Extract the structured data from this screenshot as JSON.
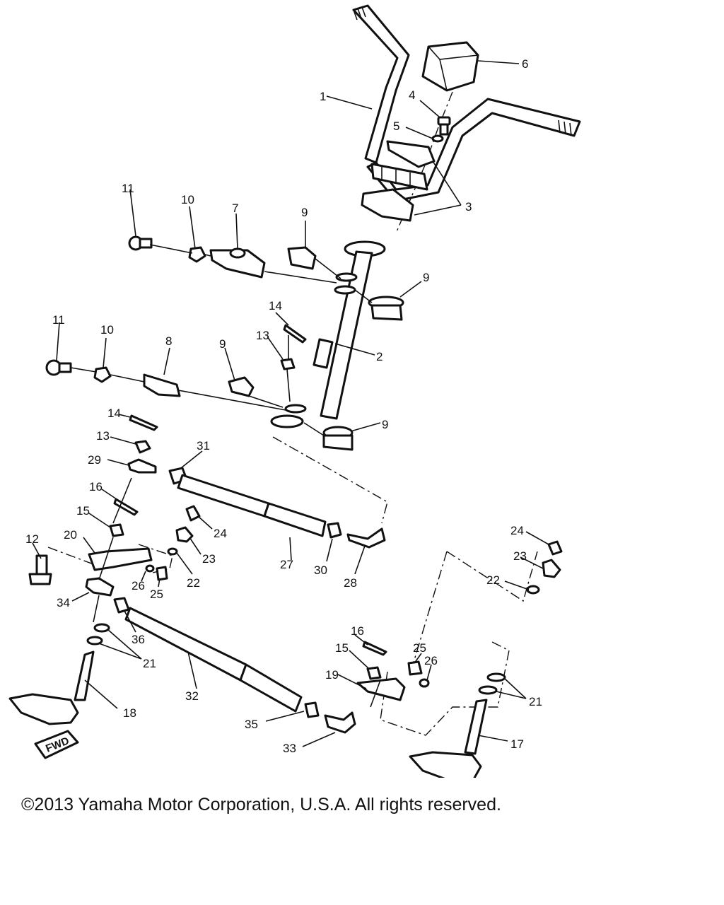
{
  "copyright": "©2013 Yamaha Motor Corporation, U.S.A. All rights reserved.",
  "fwd_label": "FWD",
  "callouts": [
    {
      "id": "c1",
      "text": "1"
    },
    {
      "id": "c2",
      "text": "2"
    },
    {
      "id": "c3",
      "text": "3"
    },
    {
      "id": "c4",
      "text": "4"
    },
    {
      "id": "c5",
      "text": "5"
    },
    {
      "id": "c6",
      "text": "6"
    },
    {
      "id": "c7",
      "text": "7"
    },
    {
      "id": "c8",
      "text": "8"
    },
    {
      "id": "c9a",
      "text": "9"
    },
    {
      "id": "c9b",
      "text": "9"
    },
    {
      "id": "c9c",
      "text": "9"
    },
    {
      "id": "c9d",
      "text": "9"
    },
    {
      "id": "c10a",
      "text": "10"
    },
    {
      "id": "c10b",
      "text": "10"
    },
    {
      "id": "c11a",
      "text": "11"
    },
    {
      "id": "c11b",
      "text": "11"
    },
    {
      "id": "c12",
      "text": "12"
    },
    {
      "id": "c13a",
      "text": "13"
    },
    {
      "id": "c13b",
      "text": "13"
    },
    {
      "id": "c14a",
      "text": "14"
    },
    {
      "id": "c14b",
      "text": "14"
    },
    {
      "id": "c15a",
      "text": "15"
    },
    {
      "id": "c15b",
      "text": "15"
    },
    {
      "id": "c16a",
      "text": "16"
    },
    {
      "id": "c16b",
      "text": "16"
    },
    {
      "id": "c17",
      "text": "17"
    },
    {
      "id": "c18",
      "text": "18"
    },
    {
      "id": "c19",
      "text": "19"
    },
    {
      "id": "c20",
      "text": "20"
    },
    {
      "id": "c21a",
      "text": "21"
    },
    {
      "id": "c21b",
      "text": "21"
    },
    {
      "id": "c22a",
      "text": "22"
    },
    {
      "id": "c22b",
      "text": "22"
    },
    {
      "id": "c23a",
      "text": "23"
    },
    {
      "id": "c23b",
      "text": "23"
    },
    {
      "id": "c24a",
      "text": "24"
    },
    {
      "id": "c24b",
      "text": "24"
    },
    {
      "id": "c25a",
      "text": "25"
    },
    {
      "id": "c25b",
      "text": "25"
    },
    {
      "id": "c26a",
      "text": "26"
    },
    {
      "id": "c26b",
      "text": "26"
    },
    {
      "id": "c27",
      "text": "27"
    },
    {
      "id": "c28",
      "text": "28"
    },
    {
      "id": "c29",
      "text": "29"
    },
    {
      "id": "c30",
      "text": "30"
    },
    {
      "id": "c31",
      "text": "31"
    },
    {
      "id": "c32",
      "text": "32"
    },
    {
      "id": "c33",
      "text": "33"
    },
    {
      "id": "c34",
      "text": "34"
    },
    {
      "id": "c35",
      "text": "35"
    },
    {
      "id": "c36",
      "text": "36"
    }
  ]
}
